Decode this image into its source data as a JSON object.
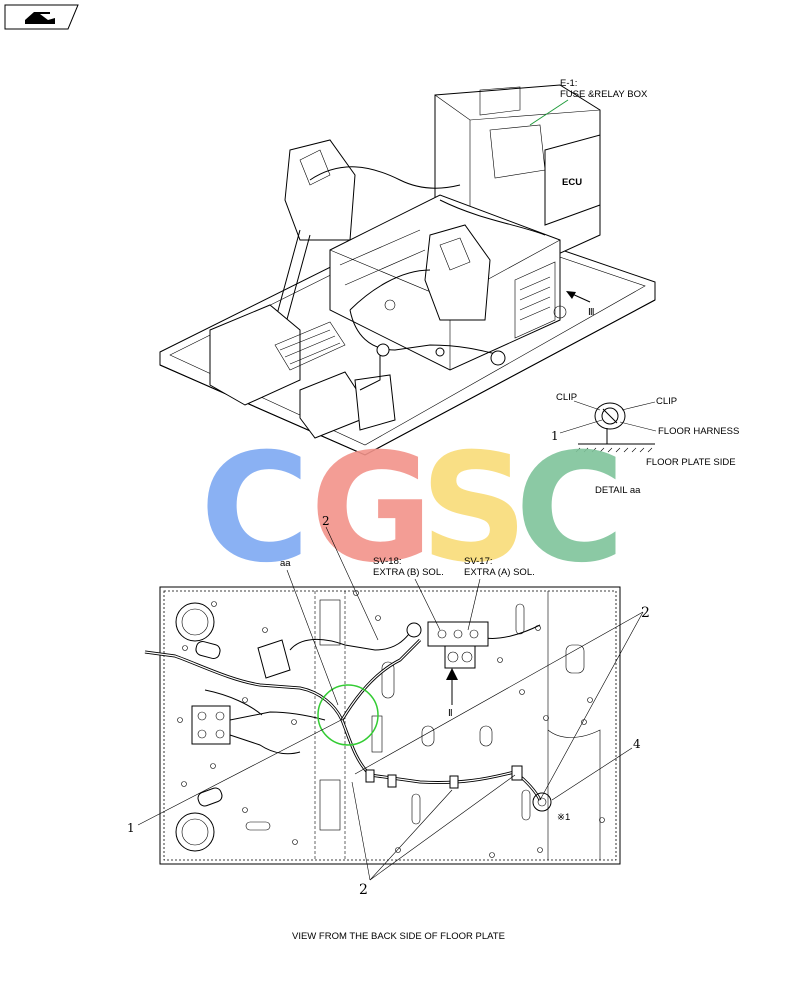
{
  "header": {
    "icon": "book-open-icon"
  },
  "watermark": {
    "letters": [
      "C",
      "G",
      "S",
      "C"
    ],
    "colors": [
      "#7ea9f2",
      "#f2938a",
      "#f9dc78",
      "#7fc49b"
    ]
  },
  "callouts": {
    "fuse_relay_box_line1": "E-1:",
    "fuse_relay_box_line2": "FUSE &RELAY BOX",
    "ecu": "ECU",
    "arrow_iii": "Ⅲ",
    "arrow_ii": "Ⅱ",
    "sv18_line1": "SV-18:",
    "sv18_line2": "EXTRA (B) SOL.",
    "sv17_line1": "SV-17:",
    "sv17_line2": "EXTRA (A) SOL.",
    "aa": "aa",
    "note_x1": "※1"
  },
  "detail": {
    "clip_left": "CLIP",
    "clip_right": "CLIP",
    "floor_harness": "FLOOR HARNESS",
    "floor_plate_side": "FLOOR PLATE SIDE",
    "title": "DETAIL aa",
    "ref_1": "1"
  },
  "refs": {
    "r1": "1",
    "r2": "2",
    "r4": "4"
  },
  "caption": "VIEW FROM THE BACK SIDE OF FLOOR PLATE"
}
